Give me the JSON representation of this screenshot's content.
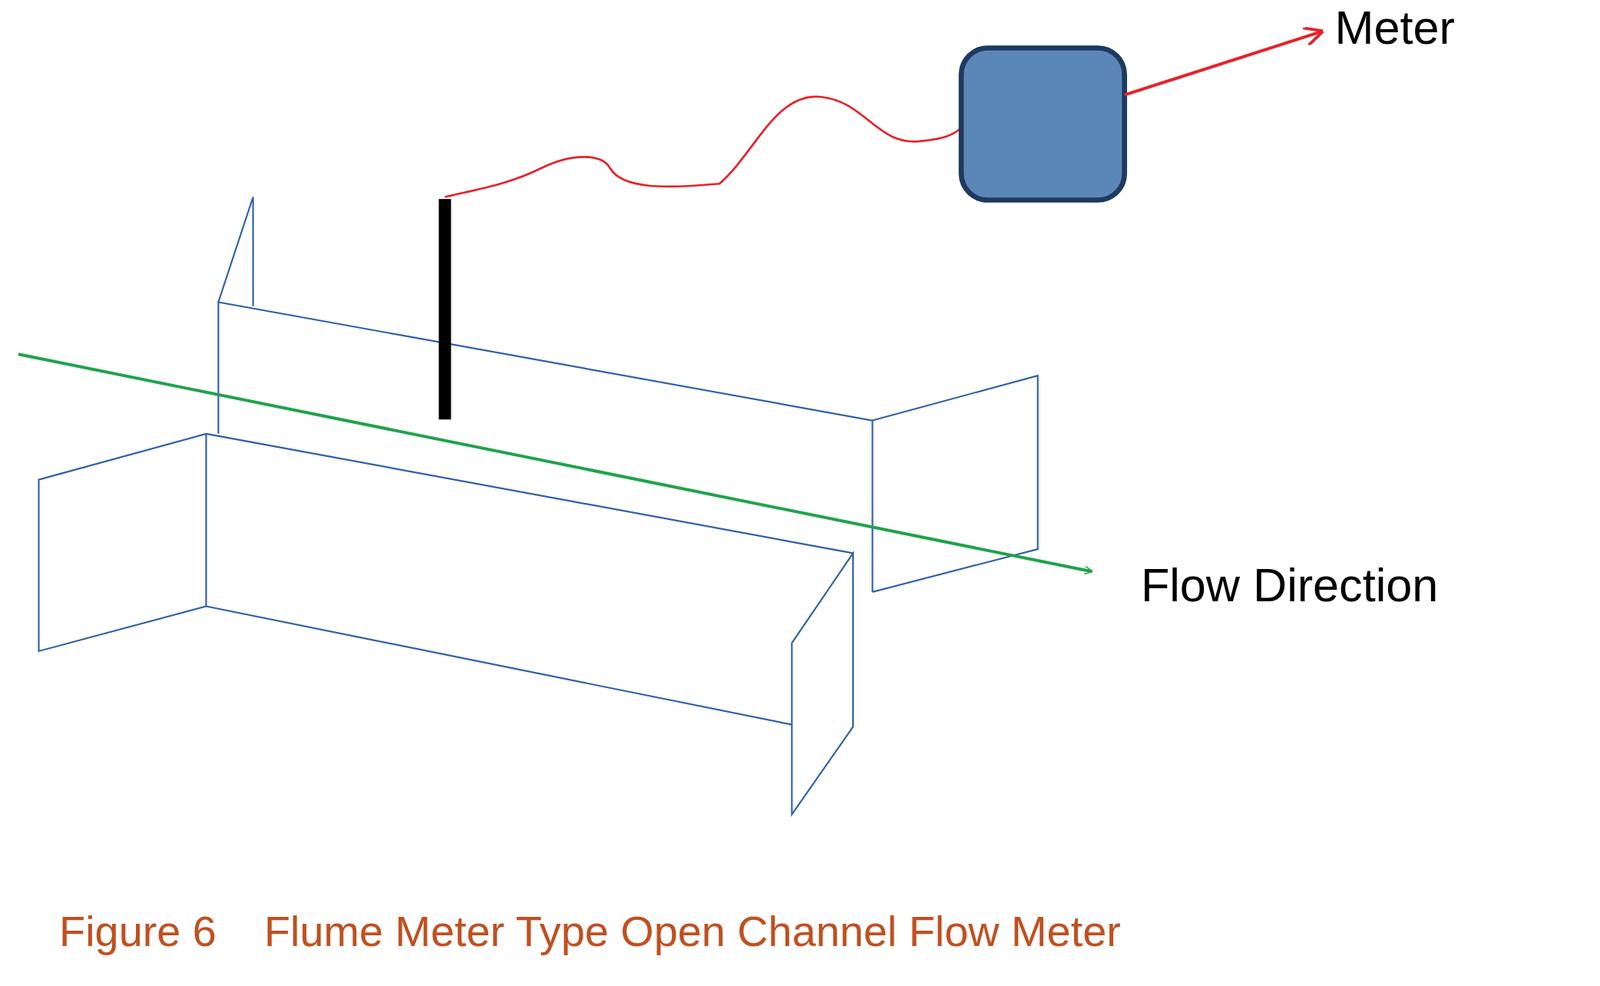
{
  "diagram": {
    "caption": "Figure 6    Flume Meter Type Open Channel Flow Meter",
    "labels": [
      "Meter",
      "Flow Direction"
    ]
  }
}
